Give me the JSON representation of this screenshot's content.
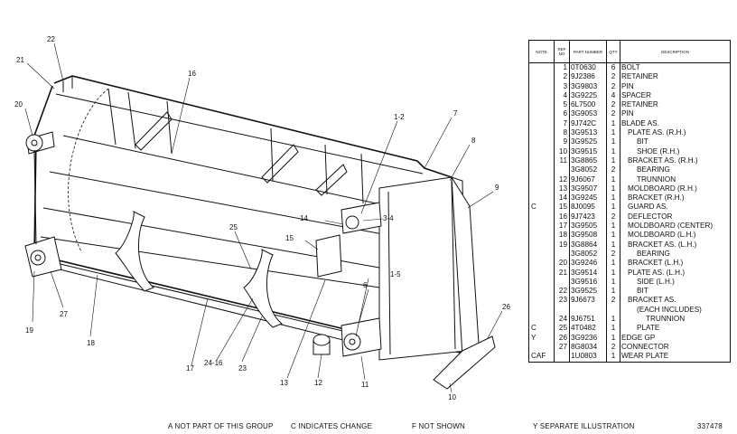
{
  "table": {
    "headers": {
      "note": "NOTE",
      "ref": "REF NO",
      "part": "PART NUMBER",
      "qty": "QTY",
      "desc": "DESCRIPTION"
    },
    "rows": [
      {
        "note": "",
        "ref": "1",
        "part": "0T0630",
        "qty": "6",
        "desc": "BOLT",
        "indent": 0
      },
      {
        "note": "",
        "ref": "2",
        "part": "9J2386",
        "qty": "2",
        "desc": "RETAINER",
        "indent": 0
      },
      {
        "note": "",
        "ref": "3",
        "part": "3G9803",
        "qty": "2",
        "desc": "PIN",
        "indent": 0
      },
      {
        "note": "",
        "ref": "4",
        "part": "3G9225",
        "qty": "4",
        "desc": "SPACER",
        "indent": 0
      },
      {
        "note": "",
        "ref": "5",
        "part": "6L7500",
        "qty": "2",
        "desc": "RETAINER",
        "indent": 0
      },
      {
        "note": "",
        "ref": "6",
        "part": "3G9053",
        "qty": "2",
        "desc": "PIN",
        "indent": 0
      },
      {
        "note": "",
        "ref": "7",
        "part": "9J742C",
        "qty": "1",
        "desc": "BLADE AS.",
        "indent": 0
      },
      {
        "note": "",
        "ref": "8",
        "part": "3G9513",
        "qty": "1",
        "desc": "PLATE AS. (R.H.)",
        "indent": 1
      },
      {
        "note": "",
        "ref": "9",
        "part": "3G9525",
        "qty": "1",
        "desc": "BIT",
        "indent": 2
      },
      {
        "note": "",
        "ref": "10",
        "part": "3G9515",
        "qty": "1",
        "desc": "SHOE (R.H.)",
        "indent": 2
      },
      {
        "note": "",
        "ref": "11",
        "part": "3G8865",
        "qty": "1",
        "desc": "BRACKET AS. (R.H.)",
        "indent": 1
      },
      {
        "note": "",
        "ref": "",
        "part": "3G8052",
        "qty": "2",
        "desc": "BEARING",
        "indent": 2
      },
      {
        "note": "",
        "ref": "12",
        "part": "9J6067",
        "qty": "1",
        "desc": "TRUNNION",
        "indent": 2
      },
      {
        "note": "",
        "ref": "13",
        "part": "3G9507",
        "qty": "1",
        "desc": "MOLDBOARD (R.H.)",
        "indent": 1
      },
      {
        "note": "",
        "ref": "14",
        "part": "3G9245",
        "qty": "1",
        "desc": "BRACKET (R.H.)",
        "indent": 1
      },
      {
        "note": "C",
        "ref": "15",
        "part": "8J0095",
        "qty": "1",
        "desc": "GUARD AS.",
        "indent": 1
      },
      {
        "note": "",
        "ref": "16",
        "part": "9J7423",
        "qty": "2",
        "desc": "DEFLECTOR",
        "indent": 1
      },
      {
        "note": "",
        "ref": "17",
        "part": "3G9505",
        "qty": "1",
        "desc": "MOLDBOARD (CENTER)",
        "indent": 1
      },
      {
        "note": "",
        "ref": "18",
        "part": "3G9508",
        "qty": "1",
        "desc": "MOLDBOARD (L.H.)",
        "indent": 1
      },
      {
        "note": "",
        "ref": "19",
        "part": "3G8864",
        "qty": "1",
        "desc": "BRACKET AS. (L.H.)",
        "indent": 1
      },
      {
        "note": "",
        "ref": "",
        "part": "3G8052",
        "qty": "2",
        "desc": "BEARING",
        "indent": 2
      },
      {
        "note": "",
        "ref": "20",
        "part": "3G9246",
        "qty": "1",
        "desc": "BRACKET (L.H.)",
        "indent": 1
      },
      {
        "note": "",
        "ref": "21",
        "part": "3G9514",
        "qty": "1",
        "desc": "PLATE AS. (L.H.)",
        "indent": 1
      },
      {
        "note": "",
        "ref": "",
        "part": "3G9516",
        "qty": "1",
        "desc": "SIDE (L.H.)",
        "indent": 2
      },
      {
        "note": "",
        "ref": "22",
        "part": "3G9525",
        "qty": "1",
        "desc": "BIT",
        "indent": 2
      },
      {
        "note": "",
        "ref": "23",
        "part": "9J6673",
        "qty": "2",
        "desc": "BRACKET AS.",
        "indent": 1
      },
      {
        "note": "",
        "ref": "",
        "part": "",
        "qty": "",
        "desc": "(EACH INCLUDES)",
        "indent": 2
      },
      {
        "note": "",
        "ref": "24",
        "part": "9J6751",
        "qty": "1",
        "desc": "TRUNNION",
        "indent": 3
      },
      {
        "note": "C",
        "ref": "25",
        "part": "4T0482",
        "qty": "1",
        "desc": "PLATE",
        "indent": 2
      },
      {
        "note": "Y",
        "ref": "26",
        "part": "3G9236",
        "qty": "1",
        "desc": "EDGE GP",
        "indent": 0
      },
      {
        "note": "",
        "ref": "27",
        "part": "8G8034",
        "qty": "2",
        "desc": "CONNECTOR",
        "indent": 0
      },
      {
        "note": "CAF",
        "ref": "",
        "part": "1U0803",
        "qty": "1",
        "desc": "WEAR PLATE",
        "indent": 0
      }
    ]
  },
  "callouts": [
    "22",
    "21",
    "20",
    "16",
    "1-2",
    "7",
    "8",
    "9",
    "14",
    "3-4",
    "15",
    "25",
    "1-5",
    "6",
    "26",
    "19",
    "27",
    "18",
    "17",
    "24-16",
    "23",
    "13",
    "12",
    "11",
    "10"
  ],
  "footer": {
    "note_a": "A   NOT PART OF THIS GROUP",
    "note_c": "C   INDICATES CHANGE",
    "note_f": "F   NOT SHOWN",
    "note_y": "Y   SEPARATE ILLUSTRATION",
    "drawing_number": "337478"
  }
}
